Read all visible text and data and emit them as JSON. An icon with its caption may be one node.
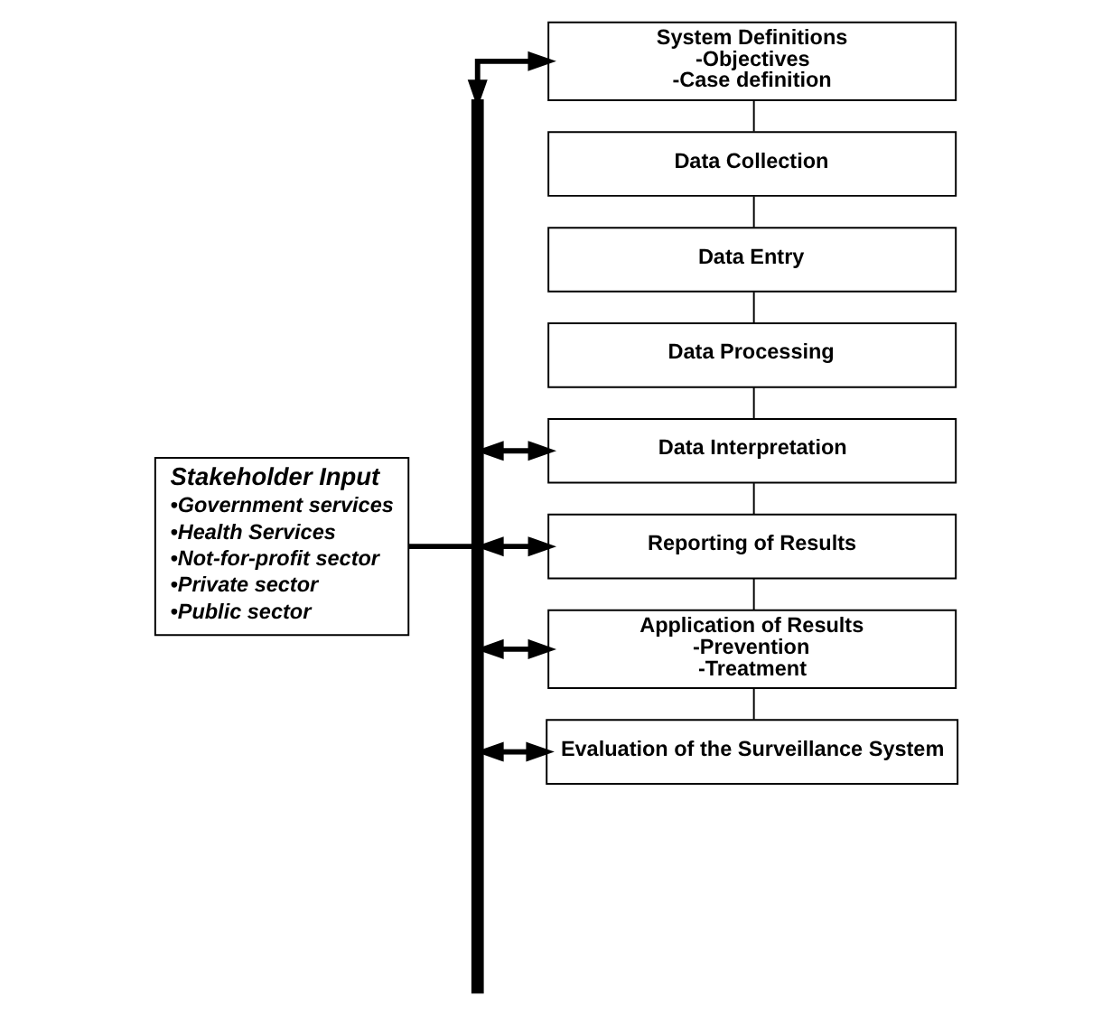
{
  "diagram": {
    "nodes": [
      {
        "text": [
          "Stakeholder Input",
          "•Government services",
          "•Health Services",
          "•Not-for-profit sector",
          "•Private sector",
          "•Public sector"
        ]
      },
      {
        "text": [],
        "shape": "bar"
      },
      {
        "text": [
          "System Definitions",
          "-Objectives",
          "-Case definition"
        ]
      },
      {
        "text": [
          "Data Collection"
        ]
      },
      {
        "text": [
          "Data Entry"
        ]
      },
      {
        "text": [
          "Data Processing"
        ]
      },
      {
        "text": [
          "Data Interpretation"
        ]
      },
      {
        "text": [
          "Reporting of Results"
        ]
      },
      {
        "text": [
          "Application of Results",
          "-Prevention",
          "-Treatment"
        ]
      },
      {
        "text": [
          "Evaluation of the Surveillance System"
        ]
      }
    ],
    "edges": [
      {
        "from": 0,
        "to": 1,
        "arrow": "none",
        "style": "thick"
      },
      {
        "from": 2,
        "to": 3,
        "arrow": "none"
      },
      {
        "from": 3,
        "to": 4,
        "arrow": "none"
      },
      {
        "from": 4,
        "to": 5,
        "arrow": "none"
      },
      {
        "from": 5,
        "to": 6,
        "arrow": "none"
      },
      {
        "from": 6,
        "to": 7,
        "arrow": "none"
      },
      {
        "from": 7,
        "to": 8,
        "arrow": "none"
      },
      {
        "from": 8,
        "to": 9,
        "arrow": "none"
      },
      {
        "from": 1,
        "to": 2,
        "arrow": "both",
        "style": "thick"
      },
      {
        "from": 1,
        "to": 6,
        "arrow": "both",
        "style": "thick"
      },
      {
        "from": 1,
        "to": 7,
        "arrow": "both",
        "style": "thick"
      },
      {
        "from": 1,
        "to": 8,
        "arrow": "both",
        "style": "thick"
      },
      {
        "from": 1,
        "to": 9,
        "arrow": "both",
        "style": "thick"
      }
    ]
  }
}
